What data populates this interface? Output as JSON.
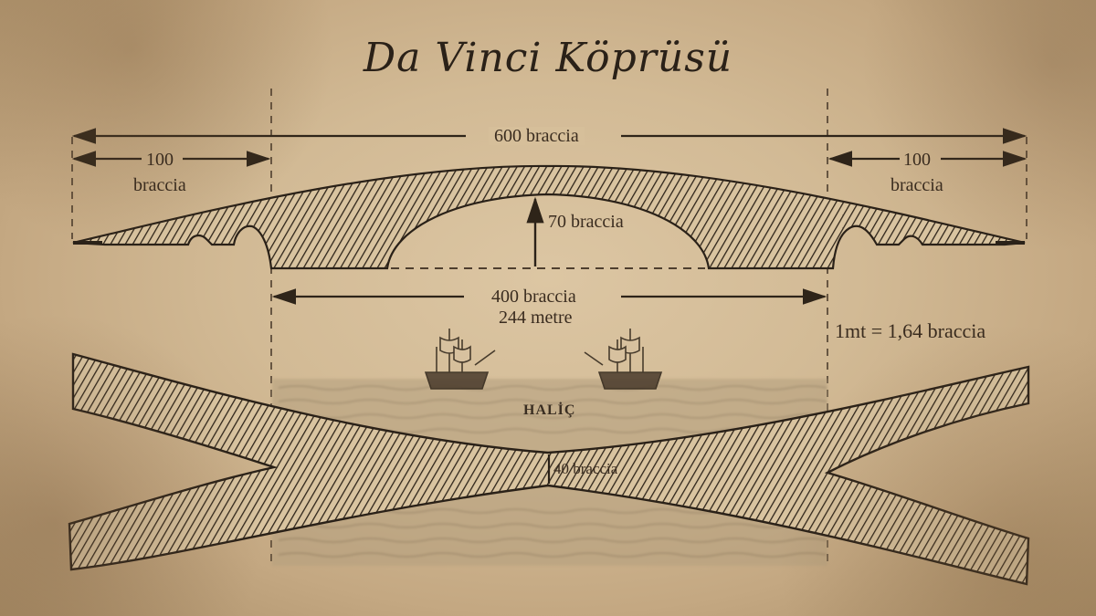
{
  "title": "Da Vinci Köprüsü",
  "colors": {
    "paper": "#d2ba95",
    "ink": "#2a2118",
    "hatch": "#2e2419"
  },
  "elevation": {
    "total_span_label": "600 braccia",
    "left_approach_value": "100",
    "left_approach_unit": "braccia",
    "right_approach_value": "100",
    "right_approach_unit": "braccia",
    "height_label": "70 braccia",
    "main_span_label": "400 braccia",
    "main_span_metric": "244 metre"
  },
  "conversion_note": "1mt = 1,64 braccia",
  "plan": {
    "water_label": "HALİÇ",
    "deck_width_label": "40 braccia"
  }
}
